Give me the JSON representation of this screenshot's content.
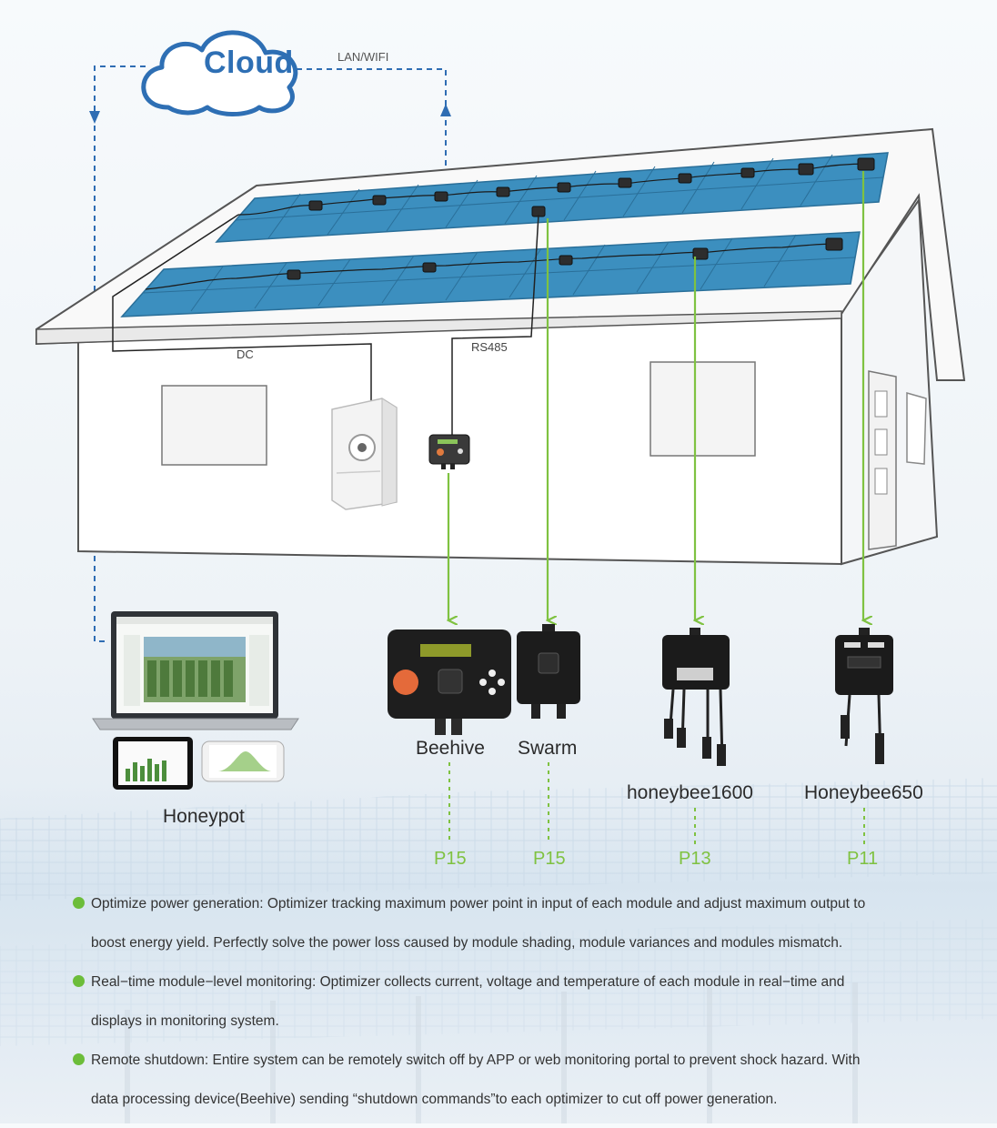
{
  "network": {
    "cloud_label": "Cloud",
    "link_label": "LAN/WIFI"
  },
  "wiring": {
    "dc_label": "DC",
    "rs485_label": "RS485"
  },
  "products": {
    "honeypot": "Honeypot",
    "beehive": "Beehive",
    "swarm": "Swarm",
    "honeybee1600": "honeybee1600",
    "honeybee650": "Honeybee650"
  },
  "pages": {
    "beehive": "P15",
    "swarm": "P15",
    "honeybee1600": "P13",
    "honeybee650": "P11"
  },
  "features": [
    {
      "line1": "Optimize power generation: Optimizer tracking maximum power point in input of each module and adjust maximum output to",
      "line2": "boost energy yield. Perfectly solve the power loss caused by module shading, module variances and modules mismatch."
    },
    {
      "line1": "Real−time module−level monitoring: Optimizer collects current, voltage and temperature of each module in real−time and",
      "line2": "displays in monitoring system."
    },
    {
      "line1": "Remote shutdown: Entire system can be remotely switch off by APP or web monitoring portal to prevent shock hazard. With",
      "line2": "data processing device(Beehive) sending “shutdown commands”to each optimizer to cut off power generation."
    }
  ],
  "colors": {
    "accent_green": "#7fc241",
    "cloud_blue": "#2e6fb4",
    "dashed_blue": "#2f6db3",
    "panel_blue": "#3c8fbf"
  }
}
